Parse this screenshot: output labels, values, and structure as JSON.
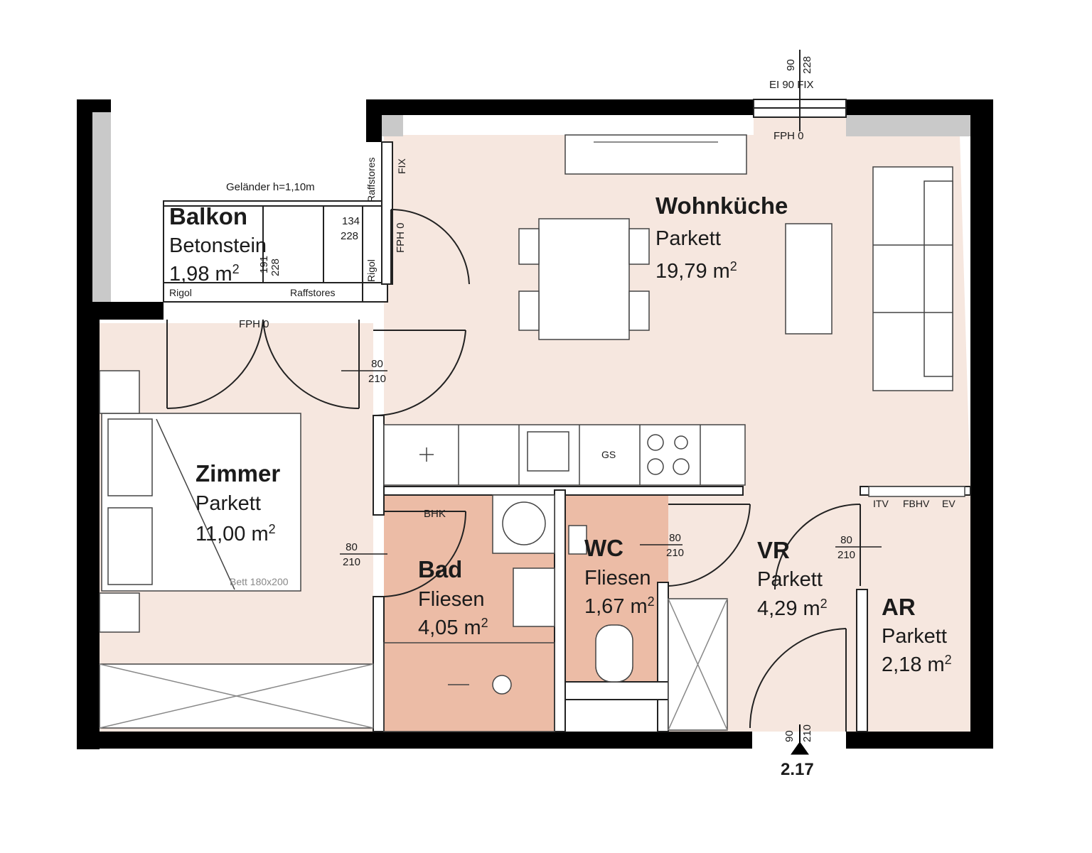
{
  "rooms": {
    "wohnkueche": {
      "name": "Wohnküche",
      "material": "Parkett",
      "area": "19,79 m",
      "area_sup": "2"
    },
    "balkon": {
      "name": "Balkon",
      "material": "Betonstein",
      "area": "1,98 m",
      "area_sup": "2"
    },
    "zimmer": {
      "name": "Zimmer",
      "material": "Parkett",
      "area": "11,00 m",
      "area_sup": "2"
    },
    "bad": {
      "name": "Bad",
      "material": "Fliesen",
      "area": "4,05 m",
      "area_sup": "2"
    },
    "wc": {
      "name": "WC",
      "material": "Fliesen",
      "area": "1,67 m",
      "area_sup": "2"
    },
    "vr": {
      "name": "VR",
      "material": "Parkett",
      "area": "4,29 m",
      "area_sup": "2"
    },
    "ar": {
      "name": "AR",
      "material": "Parkett",
      "area": "2,18 m",
      "area_sup": "2"
    }
  },
  "labels": {
    "gelaender": "Geländer h=1,10m",
    "window_top_w": "90",
    "window_top_h": "228",
    "window_top_type": "EI 90 FIX",
    "fph_top": "FPH 0",
    "fph_balkon": "FPH 0",
    "fph_side": "FPH 0",
    "raffstores_side": "Raffstores",
    "raffstores_balkon": "Raffstores",
    "fix_side": "FIX",
    "riegel_left": "Rigol",
    "riegel_right": "Rigol",
    "balkon_door_w": "134",
    "balkon_door_h": "228",
    "balkon_win_w": "191",
    "balkon_win_h": "228",
    "bhk": "BHK",
    "gs": "GS",
    "bett": "Bett 180x200",
    "itv": "ITV",
    "fbhv": "FBHV",
    "ev": "EV",
    "entry_no": "2.17",
    "entry_w": "90",
    "entry_h": "210"
  },
  "doors": [
    {
      "w": "80",
      "h": "210"
    },
    {
      "w": "80",
      "h": "210"
    },
    {
      "w": "80",
      "h": "210"
    },
    {
      "w": "80",
      "h": "210"
    }
  ]
}
